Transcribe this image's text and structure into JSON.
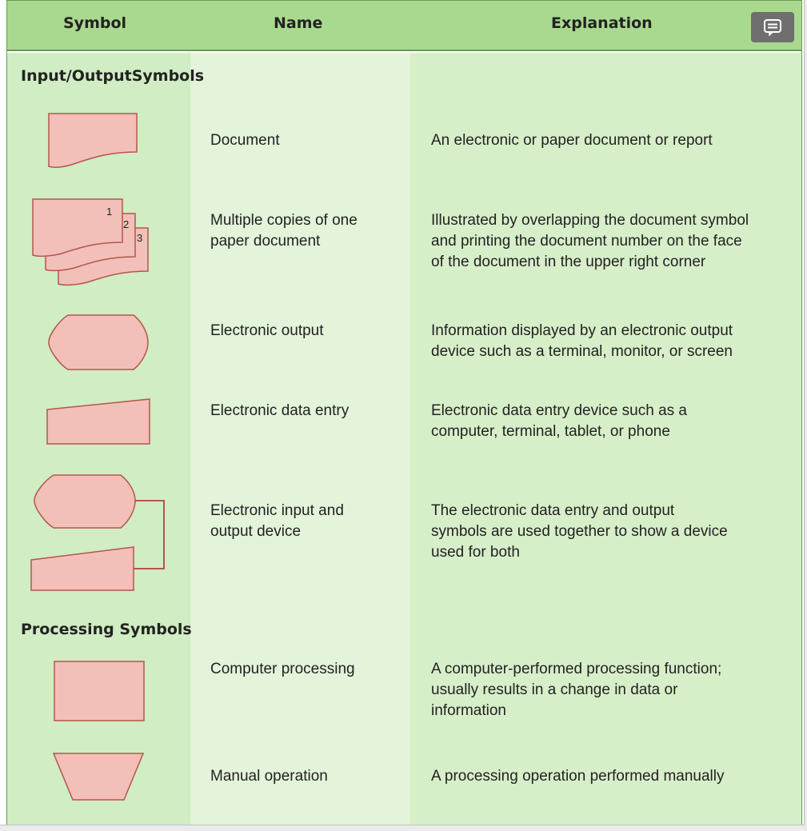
{
  "header": {
    "symbol": "Symbol",
    "name": "Name",
    "explanation": "Explanation",
    "button_icon": "comment-icon"
  },
  "sections": [
    {
      "title": "Input/OutputSymbols",
      "rows": [
        {
          "name": "Document",
          "explanation": "An electronic or paper document or report",
          "symbol_icon": "document-symbol"
        },
        {
          "name": "Multiple copies of one\npaper document",
          "explanation": "Illustrated by overlapping the document symbol\nand printing the document number on the face\nof the document in the upper right corner",
          "symbol_icon": "multiple-documents-symbol",
          "copy_numbers": [
            "1",
            "2",
            "3"
          ]
        },
        {
          "name": "Electronic output",
          "explanation": "Information displayed by an electronic output\ndevice such as a terminal, monitor, or screen",
          "symbol_icon": "display-symbol"
        },
        {
          "name": "Electronic data entry",
          "explanation": "Electronic data entry device such as a\ncomputer, terminal, tablet, or phone",
          "symbol_icon": "manual-input-symbol"
        },
        {
          "name": "Electronic input and\noutput device",
          "explanation": "The electronic data entry and output\nsymbols are used together to show a device\nused for both",
          "symbol_icon": "input-output-device-symbol"
        }
      ]
    },
    {
      "title": "Processing Symbols",
      "rows": [
        {
          "name": "Computer processing",
          "explanation": "A computer-performed processing function;\nusually results in a change in data or\ninformation",
          "symbol_icon": "process-symbol"
        },
        {
          "name": "Manual operation",
          "explanation": "A processing operation performed manually",
          "symbol_icon": "manual-operation-symbol"
        }
      ]
    }
  ],
  "colors": {
    "header_bg": "#a9d98e",
    "border": "#6a9a55",
    "symbol_fill": "#f2c0b8",
    "symbol_stroke": "#b5564c"
  }
}
